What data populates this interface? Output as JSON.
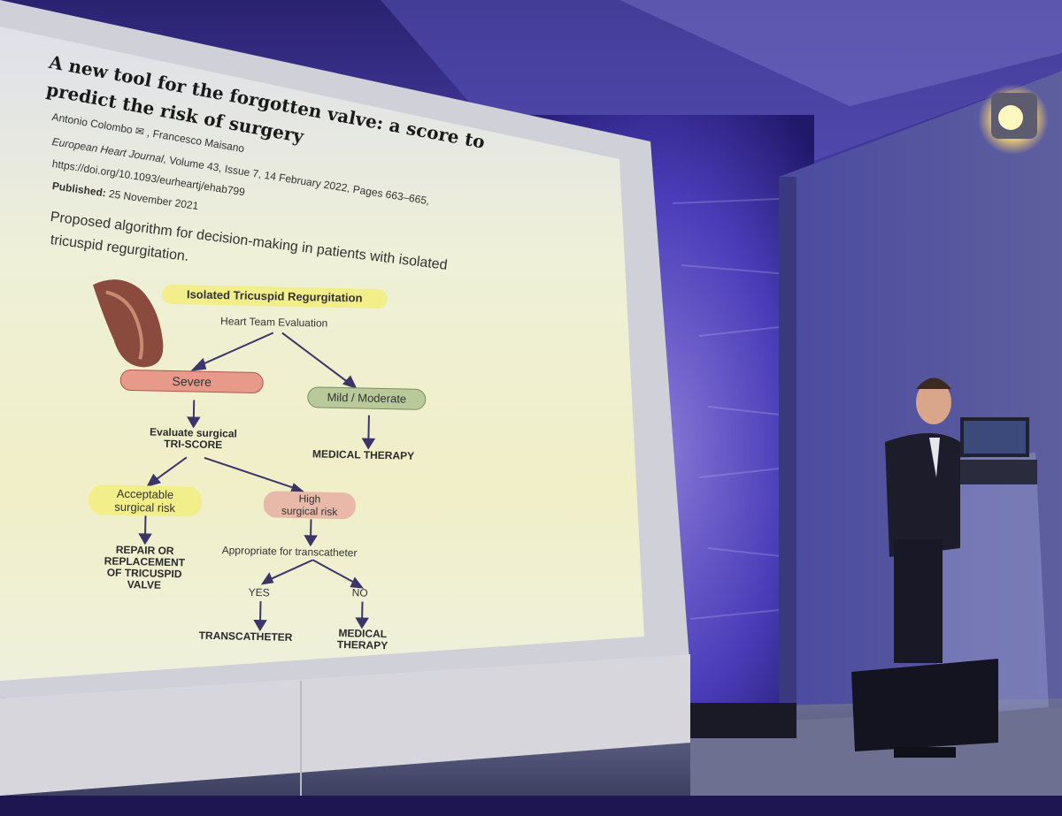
{
  "slide": {
    "title_lines": [
      "A new tool for the forgotten valve: a score to",
      "predict the risk of surgery"
    ],
    "authors": {
      "first": "Antonio Colombo",
      "second": ", Francesco Maisano"
    },
    "journal": {
      "name": "European Heart Journal",
      "details": ", Volume 43, Issue 7, 14 February 2022, Pages 663–665,",
      "doi": "https://doi.org/10.1093/eurheartj/ehab799"
    },
    "published": {
      "label": "Published:",
      "date": "25 November 2021"
    },
    "caption_lines": [
      "Proposed algorithm for decision-making in patients with isolated",
      "tricuspid regurgitation."
    ]
  },
  "flowchart": {
    "header": "Isolated Tricuspid Regurgitation",
    "evaluation": "Heart Team Evaluation",
    "severe": "Severe",
    "mild": "Mild / Moderate",
    "evaluate_lines": [
      "Evaluate surgical",
      "TRI-SCORE"
    ],
    "medical_therapy_1": "MEDICAL THERAPY",
    "acceptable_lines": [
      "Acceptable",
      "surgical risk"
    ],
    "high_lines": [
      "High",
      "surgical risk"
    ],
    "repair_lines": [
      "REPAIR OR",
      "REPLACEMENT",
      "OF TRICUSPID",
      "VALVE"
    ],
    "appropriate": "Appropriate for transcatheter",
    "yes": "YES",
    "no": "NO",
    "transcatheter": "TRANSCATHETER",
    "medical_therapy_2_lines": [
      "MEDICAL",
      "THERAPY"
    ]
  },
  "colors": {
    "stage_light": "#6a45ff",
    "severe_pill": "#e89a8a",
    "mild_pill": "#b8c99a",
    "acceptable_pill": "#f2ee8a",
    "high_pill": "#e8b8a8",
    "arrow": "#3b3568"
  }
}
